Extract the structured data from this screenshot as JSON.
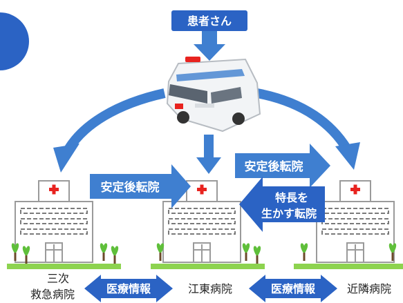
{
  "nodes": {
    "patient": "患者さん",
    "tertiary_hospital": [
      "三次",
      "救急病院"
    ],
    "koto_hospital": "江東病院",
    "nearby_hospital": "近隣病院"
  },
  "edges": {
    "transfer_after_stable_1": "安定後転院",
    "transfer_after_stable_2": "安定後転院",
    "feature_transfer": [
      "特長を",
      "生かす転院"
    ],
    "medical_info_left": "医療情報",
    "medical_info_right": "医療情報"
  },
  "colors": {
    "arrow_blue": "#3f7fd0",
    "label_blue": "#2b63c4",
    "cross_red": "#e8231f",
    "tree_green": "#5fbf3a",
    "ground_green": "#8dd34f"
  },
  "icons": [
    "ambulance-icon",
    "hospital-building-icon",
    "tree-icon"
  ]
}
